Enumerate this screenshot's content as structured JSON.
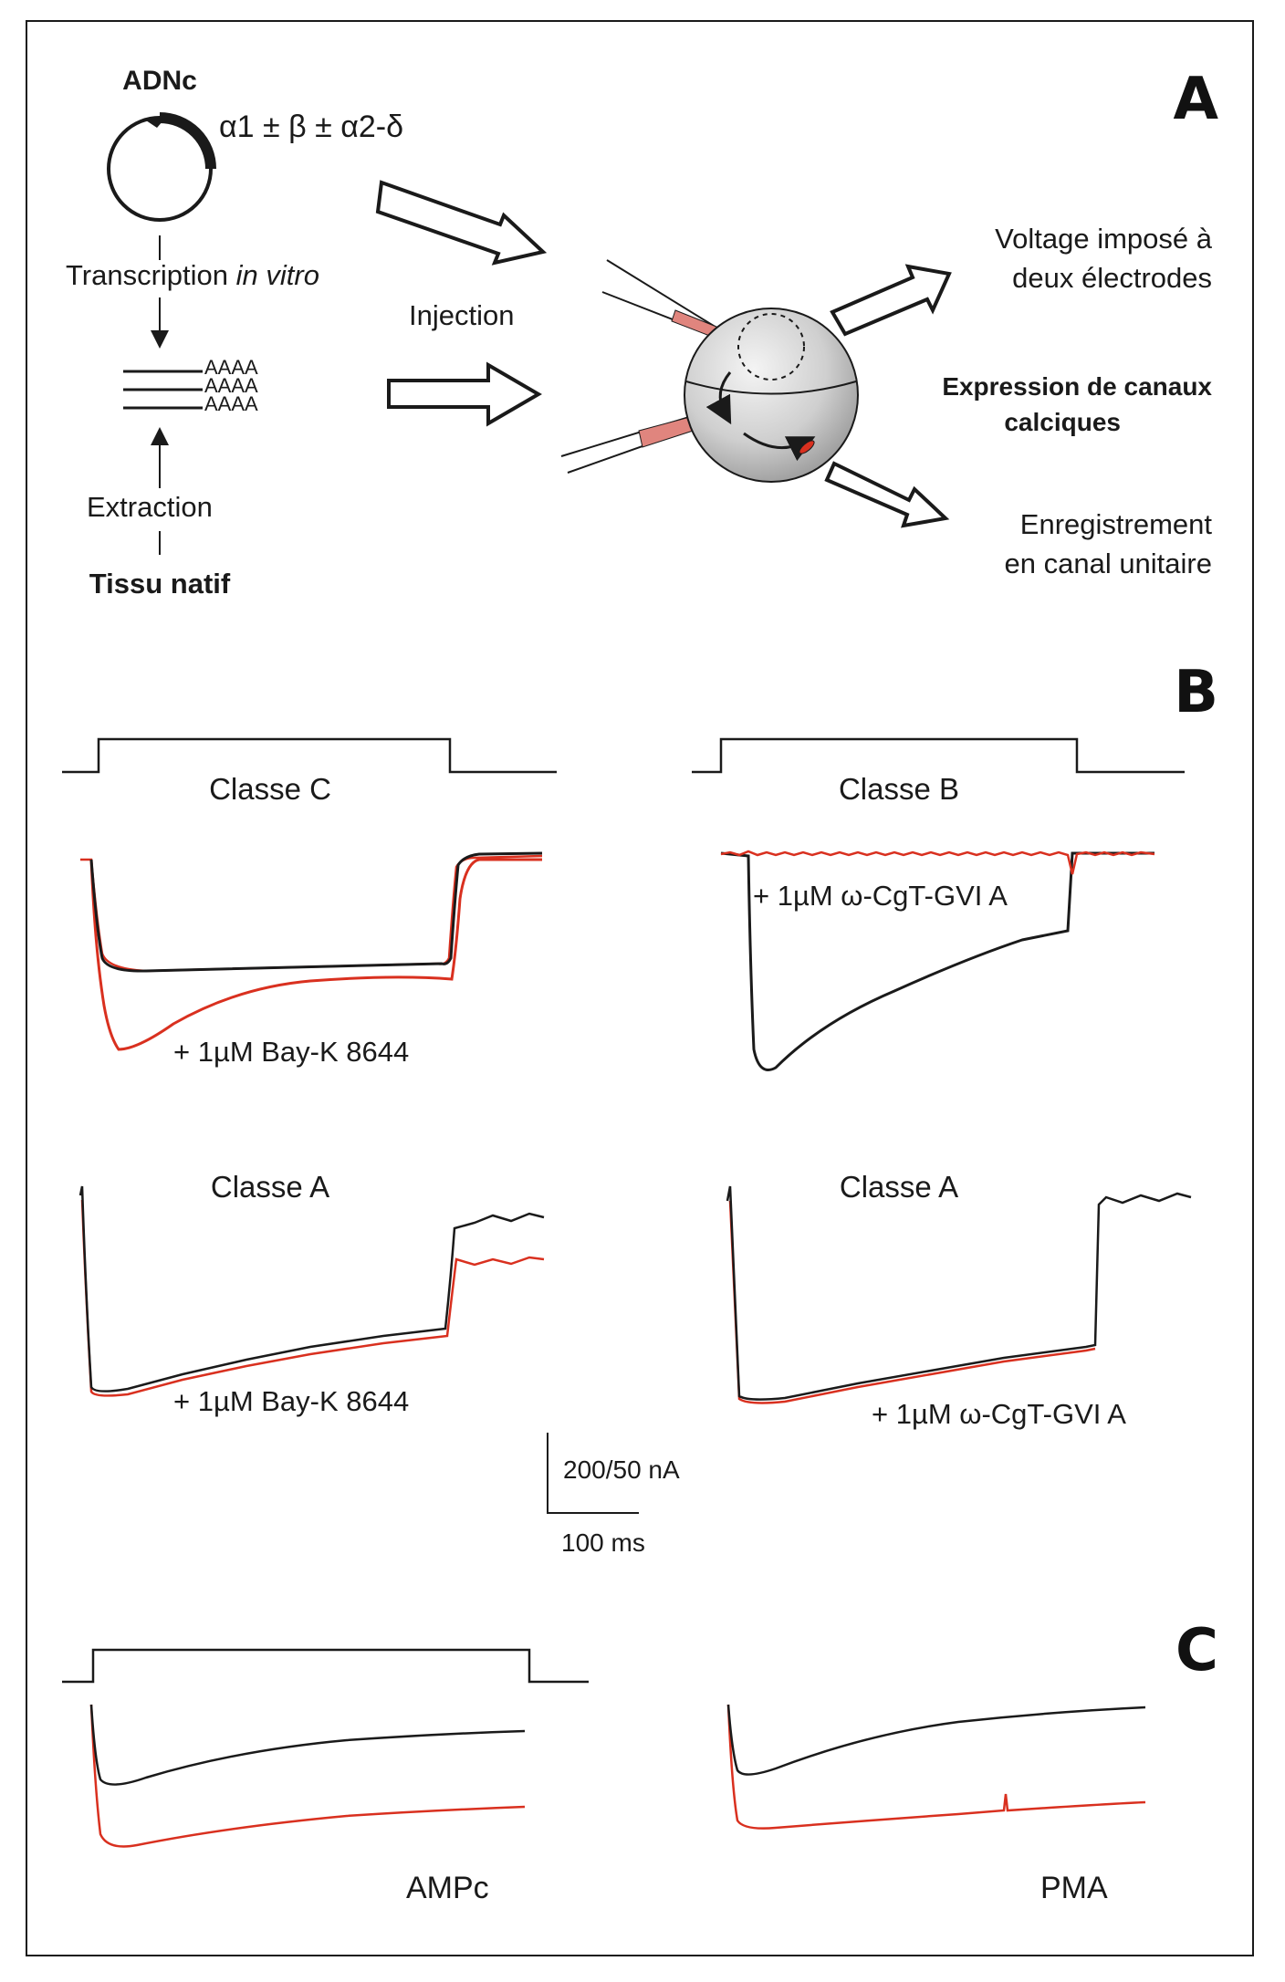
{
  "panel_a": {
    "label": "A",
    "cdna_label": "ADNc",
    "subunits": "α1 ± β ± α2-δ",
    "transcription_prefix": "Transcription ",
    "transcription_italic": "in vitro",
    "polya": [
      "AAAA",
      "AAAA",
      "AAAA"
    ],
    "extraction": "Extraction",
    "native_tissue": "Tissu natif",
    "injection": "Injection",
    "voltage_line1": "Voltage imposé à",
    "voltage_line2": "deux électrodes",
    "expression_line1": "Expression de canaux",
    "expression_line2": "calciques",
    "recording_line1": "Enregistrement",
    "recording_line2": "en canal unitaire"
  },
  "panel_b": {
    "label": "B",
    "class_c": "Classe C",
    "class_b": "Classe B",
    "class_a_left": "Classe A",
    "class_a_right": "Classe A",
    "bayk_top": "+ 1µM Bay-K 8644",
    "bayk_bottom": "+ 1µM Bay-K 8644",
    "cgt_top": "+ 1µM ω-CgT-GVI A",
    "cgt_bottom": "+ 1µM ω-CgT-GVI A",
    "scale_current": "200/50 nA",
    "scale_time": "100 ms"
  },
  "panel_c": {
    "label": "C",
    "ampc": "AMPc",
    "pma": "PMA"
  },
  "colors": {
    "control_trace": "#1a1a1a",
    "drug_trace": "#d9301f",
    "pipette_fill": "#e0857e",
    "oocyte_fill": "#cfcfcf"
  }
}
